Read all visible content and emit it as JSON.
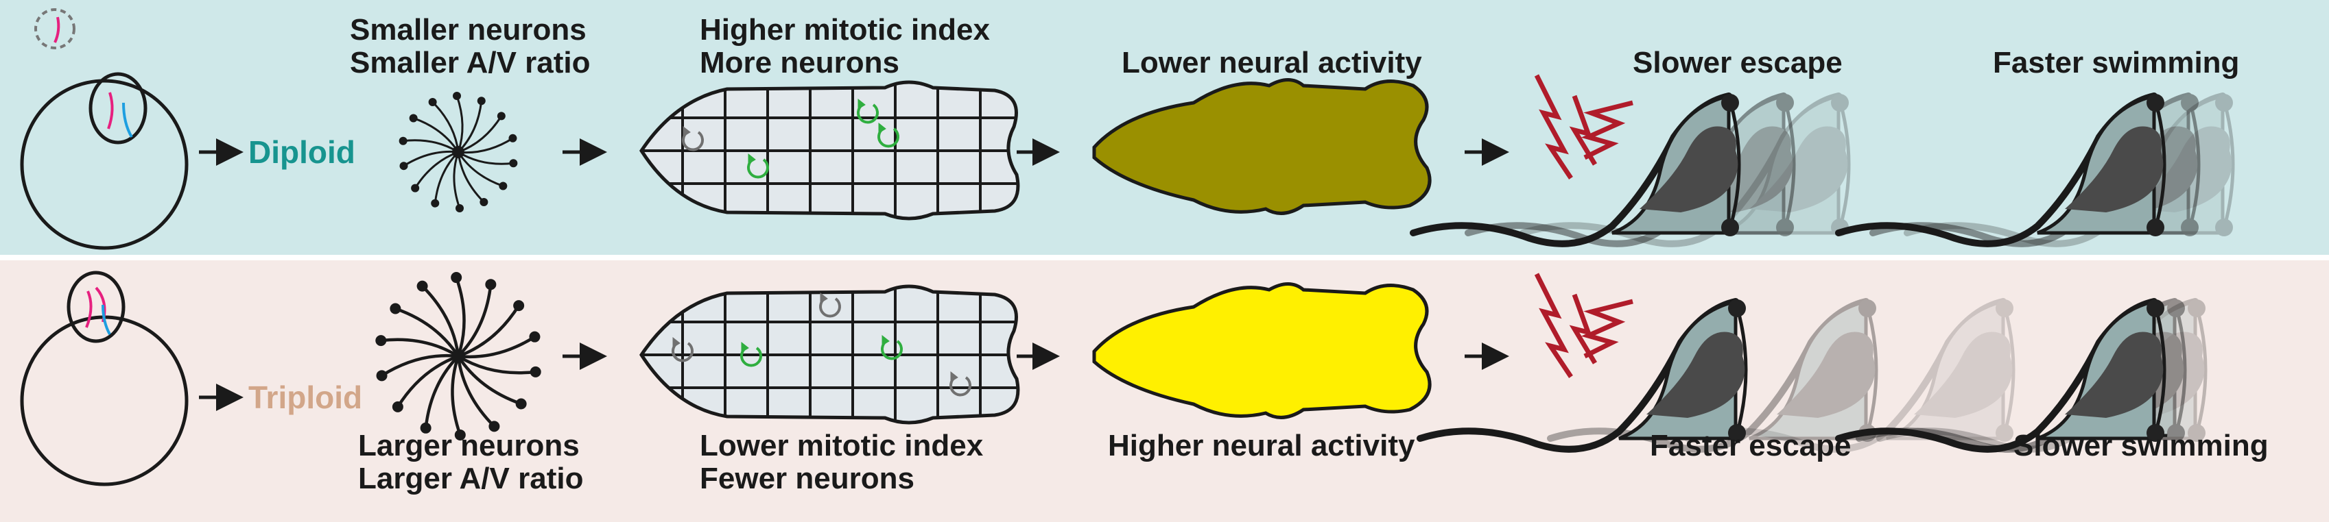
{
  "colors": {
    "diploid_panel": "#cfe8e9",
    "triploid_panel": "#f5eae7",
    "diploid_label": "#17948f",
    "triploid_label": "#d2a689",
    "low_activity": "#9a9000",
    "high_activity": "#fff000",
    "stimulus": "#b01c2a",
    "mitosis_active": "#2fae3f",
    "mitosis_idle": "#707070"
  },
  "diploid": {
    "label": "Diploid",
    "neuron_line1": "Smaller neurons",
    "neuron_line2": "Smaller A/V ratio",
    "mitosis_line1": "Higher mitotic index",
    "mitosis_line2": "More neurons",
    "activity": "Lower neural activity",
    "escape": "Slower escape",
    "swimming": "Faster swimming"
  },
  "triploid": {
    "label": "Triploid",
    "neuron_line1": "Larger neurons",
    "neuron_line2": "Larger A/V ratio",
    "mitosis_line1": "Lower mitotic index",
    "mitosis_line2": "Fewer neurons",
    "activity": "Higher neural activity",
    "escape": "Faster escape",
    "swimming": "Slower swimming"
  }
}
